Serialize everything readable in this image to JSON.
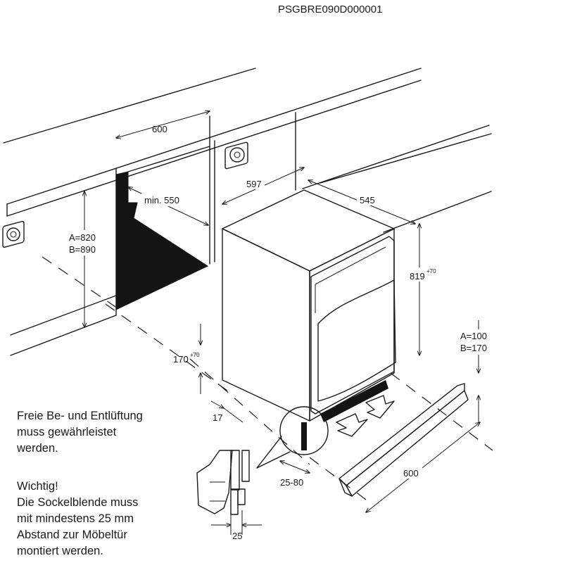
{
  "diagram": {
    "code": "PSGBRE090D000001",
    "dimensions": {
      "niche_width": "600",
      "niche_min_depth": "min. 550",
      "height_a": "A=820",
      "height_b": "B=890",
      "appliance_width": "597",
      "appliance_depth": "545",
      "appliance_height": "819",
      "appliance_height_tolerance": "+70",
      "plinth_height": "170",
      "plinth_height_tolerance": "+70",
      "side_gap": "17",
      "plinth_offset": "25-80",
      "plinth_a": "A=100",
      "plinth_b": "B=170",
      "plinth_width": "600",
      "detail_gap": "25"
    },
    "notes": {
      "ventilation": [
        "Freie Be- und Entlüftung",
        "muss gewährleistet",
        "werden."
      ],
      "important": [
        "Wichtig!",
        "Die Sockelblende muss",
        "mit mindestens 25 mm",
        "Abstand zur Möbeltür",
        "montiert werden."
      ]
    }
  }
}
